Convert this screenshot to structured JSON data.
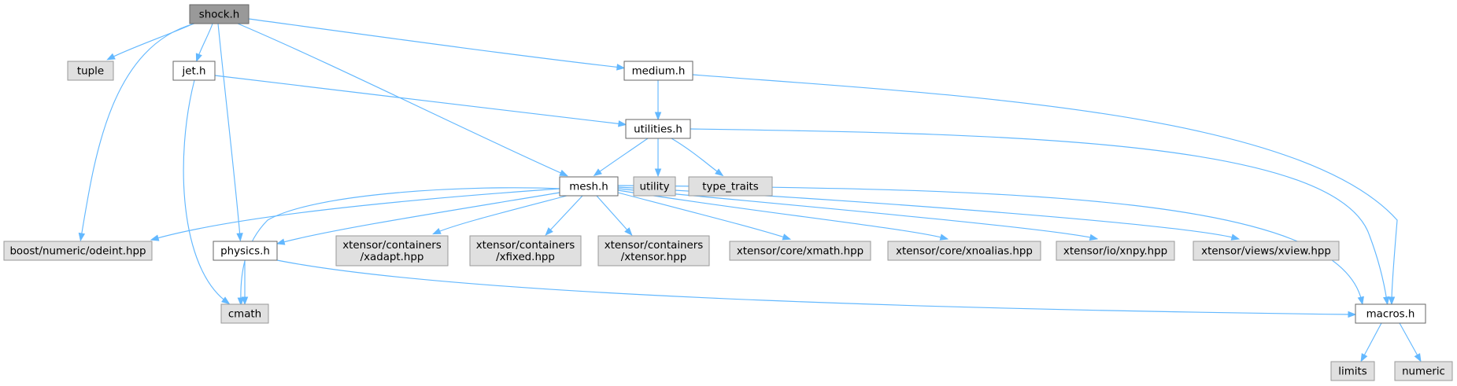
{
  "graph": {
    "nodes": [
      {
        "id": "shock",
        "lines": [
          "shock.h"
        ],
        "kind": "root"
      },
      {
        "id": "tuple",
        "lines": [
          "tuple"
        ],
        "kind": "ext"
      },
      {
        "id": "jet",
        "lines": [
          "jet.h"
        ],
        "kind": "local"
      },
      {
        "id": "medium",
        "lines": [
          "medium.h"
        ],
        "kind": "local"
      },
      {
        "id": "utilities",
        "lines": [
          "utilities.h"
        ],
        "kind": "local"
      },
      {
        "id": "mesh",
        "lines": [
          "mesh.h"
        ],
        "kind": "local"
      },
      {
        "id": "utility",
        "lines": [
          "utility"
        ],
        "kind": "ext"
      },
      {
        "id": "type_traits",
        "lines": [
          "type_traits"
        ],
        "kind": "ext"
      },
      {
        "id": "odeint",
        "lines": [
          "boost/numeric/odeint.hpp"
        ],
        "kind": "ext"
      },
      {
        "id": "physics",
        "lines": [
          "physics.h"
        ],
        "kind": "local"
      },
      {
        "id": "xadapt",
        "lines": [
          "xtensor/containers",
          "/xadapt.hpp"
        ],
        "kind": "ext"
      },
      {
        "id": "xfixed",
        "lines": [
          "xtensor/containers",
          "/xfixed.hpp"
        ],
        "kind": "ext"
      },
      {
        "id": "xtensor",
        "lines": [
          "xtensor/containers",
          "/xtensor.hpp"
        ],
        "kind": "ext"
      },
      {
        "id": "xmath",
        "lines": [
          "xtensor/core/xmath.hpp"
        ],
        "kind": "ext"
      },
      {
        "id": "xnoalias",
        "lines": [
          "xtensor/core/xnoalias.hpp"
        ],
        "kind": "ext"
      },
      {
        "id": "xnpy",
        "lines": [
          "xtensor/io/xnpy.hpp"
        ],
        "kind": "ext"
      },
      {
        "id": "xview",
        "lines": [
          "xtensor/views/xview.hpp"
        ],
        "kind": "ext"
      },
      {
        "id": "cmath",
        "lines": [
          "cmath"
        ],
        "kind": "ext"
      },
      {
        "id": "macros",
        "lines": [
          "macros.h"
        ],
        "kind": "local"
      },
      {
        "id": "limits",
        "lines": [
          "limits"
        ],
        "kind": "ext"
      },
      {
        "id": "numeric",
        "lines": [
          "numeric"
        ],
        "kind": "ext"
      }
    ],
    "edges": [
      {
        "from": "shock",
        "to": "tuple"
      },
      {
        "from": "shock",
        "to": "odeint"
      },
      {
        "from": "shock",
        "to": "jet"
      },
      {
        "from": "shock",
        "to": "physics"
      },
      {
        "from": "shock",
        "to": "mesh"
      },
      {
        "from": "shock",
        "to": "medium"
      },
      {
        "from": "jet",
        "to": "cmath"
      },
      {
        "from": "jet",
        "to": "utilities"
      },
      {
        "from": "medium",
        "to": "utilities"
      },
      {
        "from": "medium",
        "to": "macros"
      },
      {
        "from": "utilities",
        "to": "mesh"
      },
      {
        "from": "utilities",
        "to": "utility"
      },
      {
        "from": "utilities",
        "to": "type_traits"
      },
      {
        "from": "utilities",
        "to": "macros"
      },
      {
        "from": "mesh",
        "to": "odeint"
      },
      {
        "from": "mesh",
        "to": "physics"
      },
      {
        "from": "mesh",
        "to": "cmath"
      },
      {
        "from": "mesh",
        "to": "xadapt"
      },
      {
        "from": "mesh",
        "to": "xfixed"
      },
      {
        "from": "mesh",
        "to": "xtensor"
      },
      {
        "from": "mesh",
        "to": "xmath"
      },
      {
        "from": "mesh",
        "to": "xnoalias"
      },
      {
        "from": "mesh",
        "to": "xnpy"
      },
      {
        "from": "mesh",
        "to": "xview"
      },
      {
        "from": "mesh",
        "to": "macros"
      },
      {
        "from": "physics",
        "to": "cmath"
      },
      {
        "from": "physics",
        "to": "macros"
      },
      {
        "from": "macros",
        "to": "limits"
      },
      {
        "from": "macros",
        "to": "numeric"
      }
    ]
  }
}
